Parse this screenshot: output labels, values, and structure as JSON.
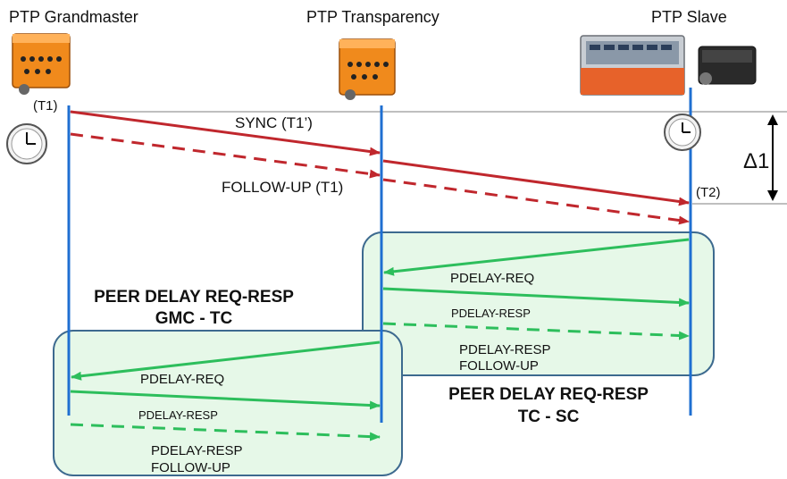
{
  "nodes": {
    "grandmaster": "PTP Grandmaster",
    "transparency": "PTP Transparency",
    "slave": "PTP Slave"
  },
  "timestamps": {
    "t1": "(T1)",
    "t2": "(T2)"
  },
  "delta": "Δ1",
  "messages": {
    "sync": "SYNC (T1’)",
    "follow_up": "FOLLOW-UP (T1)",
    "pdelay_req": "PDELAY-REQ",
    "pdelay_resp": "PDELAY-RESP",
    "pdelay_resp_follow_up_1": "PDELAY-RESP",
    "pdelay_resp_follow_up_2": "FOLLOW-UP"
  },
  "groups": {
    "gmc_tc": {
      "line1": "PEER DELAY REQ-RESP",
      "line2": "GMC - TC"
    },
    "tc_sc": {
      "line1": "PEER DELAY REQ-RESP",
      "line2": "TC - SC"
    }
  },
  "colors": {
    "timeline": "#1f6fd1",
    "sync": "#c0272d",
    "pdelay": "#2dbe5c",
    "box_fill": "#e6f8e8",
    "box_stroke": "#3d6a8f",
    "device_orange": "#f08a1c"
  }
}
